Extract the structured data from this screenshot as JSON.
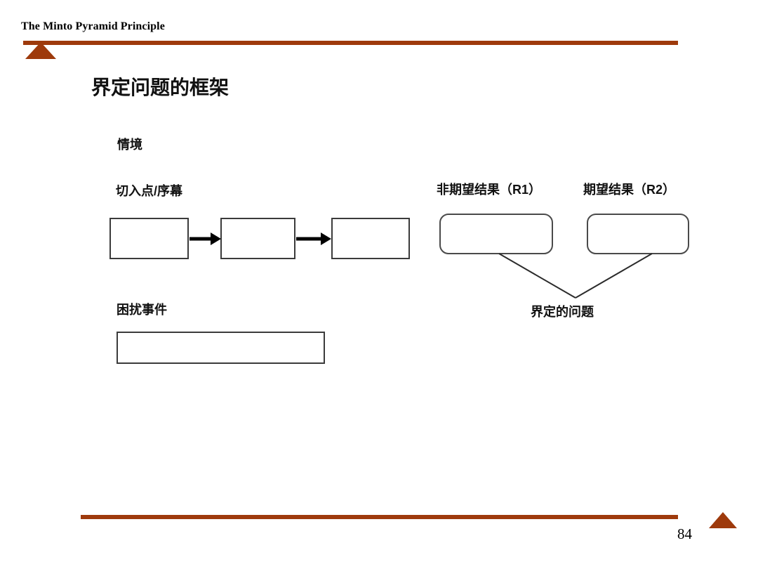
{
  "header": {
    "title": "The Minto Pyramid Principle",
    "rule_color": "#9e3a0c",
    "marker_icon": "triangle-up-icon"
  },
  "slide": {
    "title": "界定问题的框架",
    "labels": {
      "situation": "情境",
      "entry_point": "切入点/序幕",
      "disturbing_event": "困扰事件",
      "undesired_result": "非期望结果（R1）",
      "desired_result": "期望结果（R2）",
      "defined_problem": "界定的问题"
    },
    "flow_boxes": [
      {
        "name": "situation-box-1",
        "text": ""
      },
      {
        "name": "situation-box-2",
        "text": ""
      },
      {
        "name": "situation-box-3",
        "text": ""
      }
    ],
    "event_box": {
      "name": "disturbing-event-box",
      "text": ""
    },
    "result_boxes": [
      {
        "name": "undesired-result-box",
        "text": ""
      },
      {
        "name": "desired-result-box",
        "text": ""
      }
    ],
    "arrow_icons": [
      "arrow-right-icon",
      "arrow-right-icon"
    ],
    "connector_icon": "v-connector-icon",
    "box_border_color": "#3b3b3b",
    "rounded_border_color": "#4a4a4a"
  },
  "footer": {
    "page_number": "84",
    "rule_color": "#9e3a0c",
    "marker_icon": "triangle-up-icon"
  }
}
